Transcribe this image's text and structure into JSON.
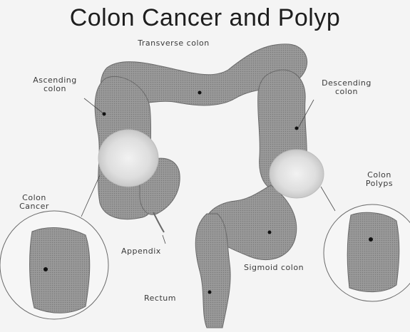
{
  "title": "Colon Cancer and Polyp",
  "labels": {
    "transverse_colon": "Transverse colon",
    "ascending_colon": [
      "Ascending",
      "colon"
    ],
    "descending_colon": [
      "Descending",
      "colon"
    ],
    "colon_cancer": [
      "Colon",
      "Cancer"
    ],
    "colon_polyps": [
      "Colon",
      "Polyps"
    ],
    "appendix": "Appendix",
    "sigmoid_colon": "Sigmoid colon",
    "rectum": "Rectum"
  },
  "colors": {
    "background": "#f4f4f4",
    "colon": "#8c8c8c",
    "highlight": "#e6e6e6",
    "text": "#3a3a3a"
  }
}
